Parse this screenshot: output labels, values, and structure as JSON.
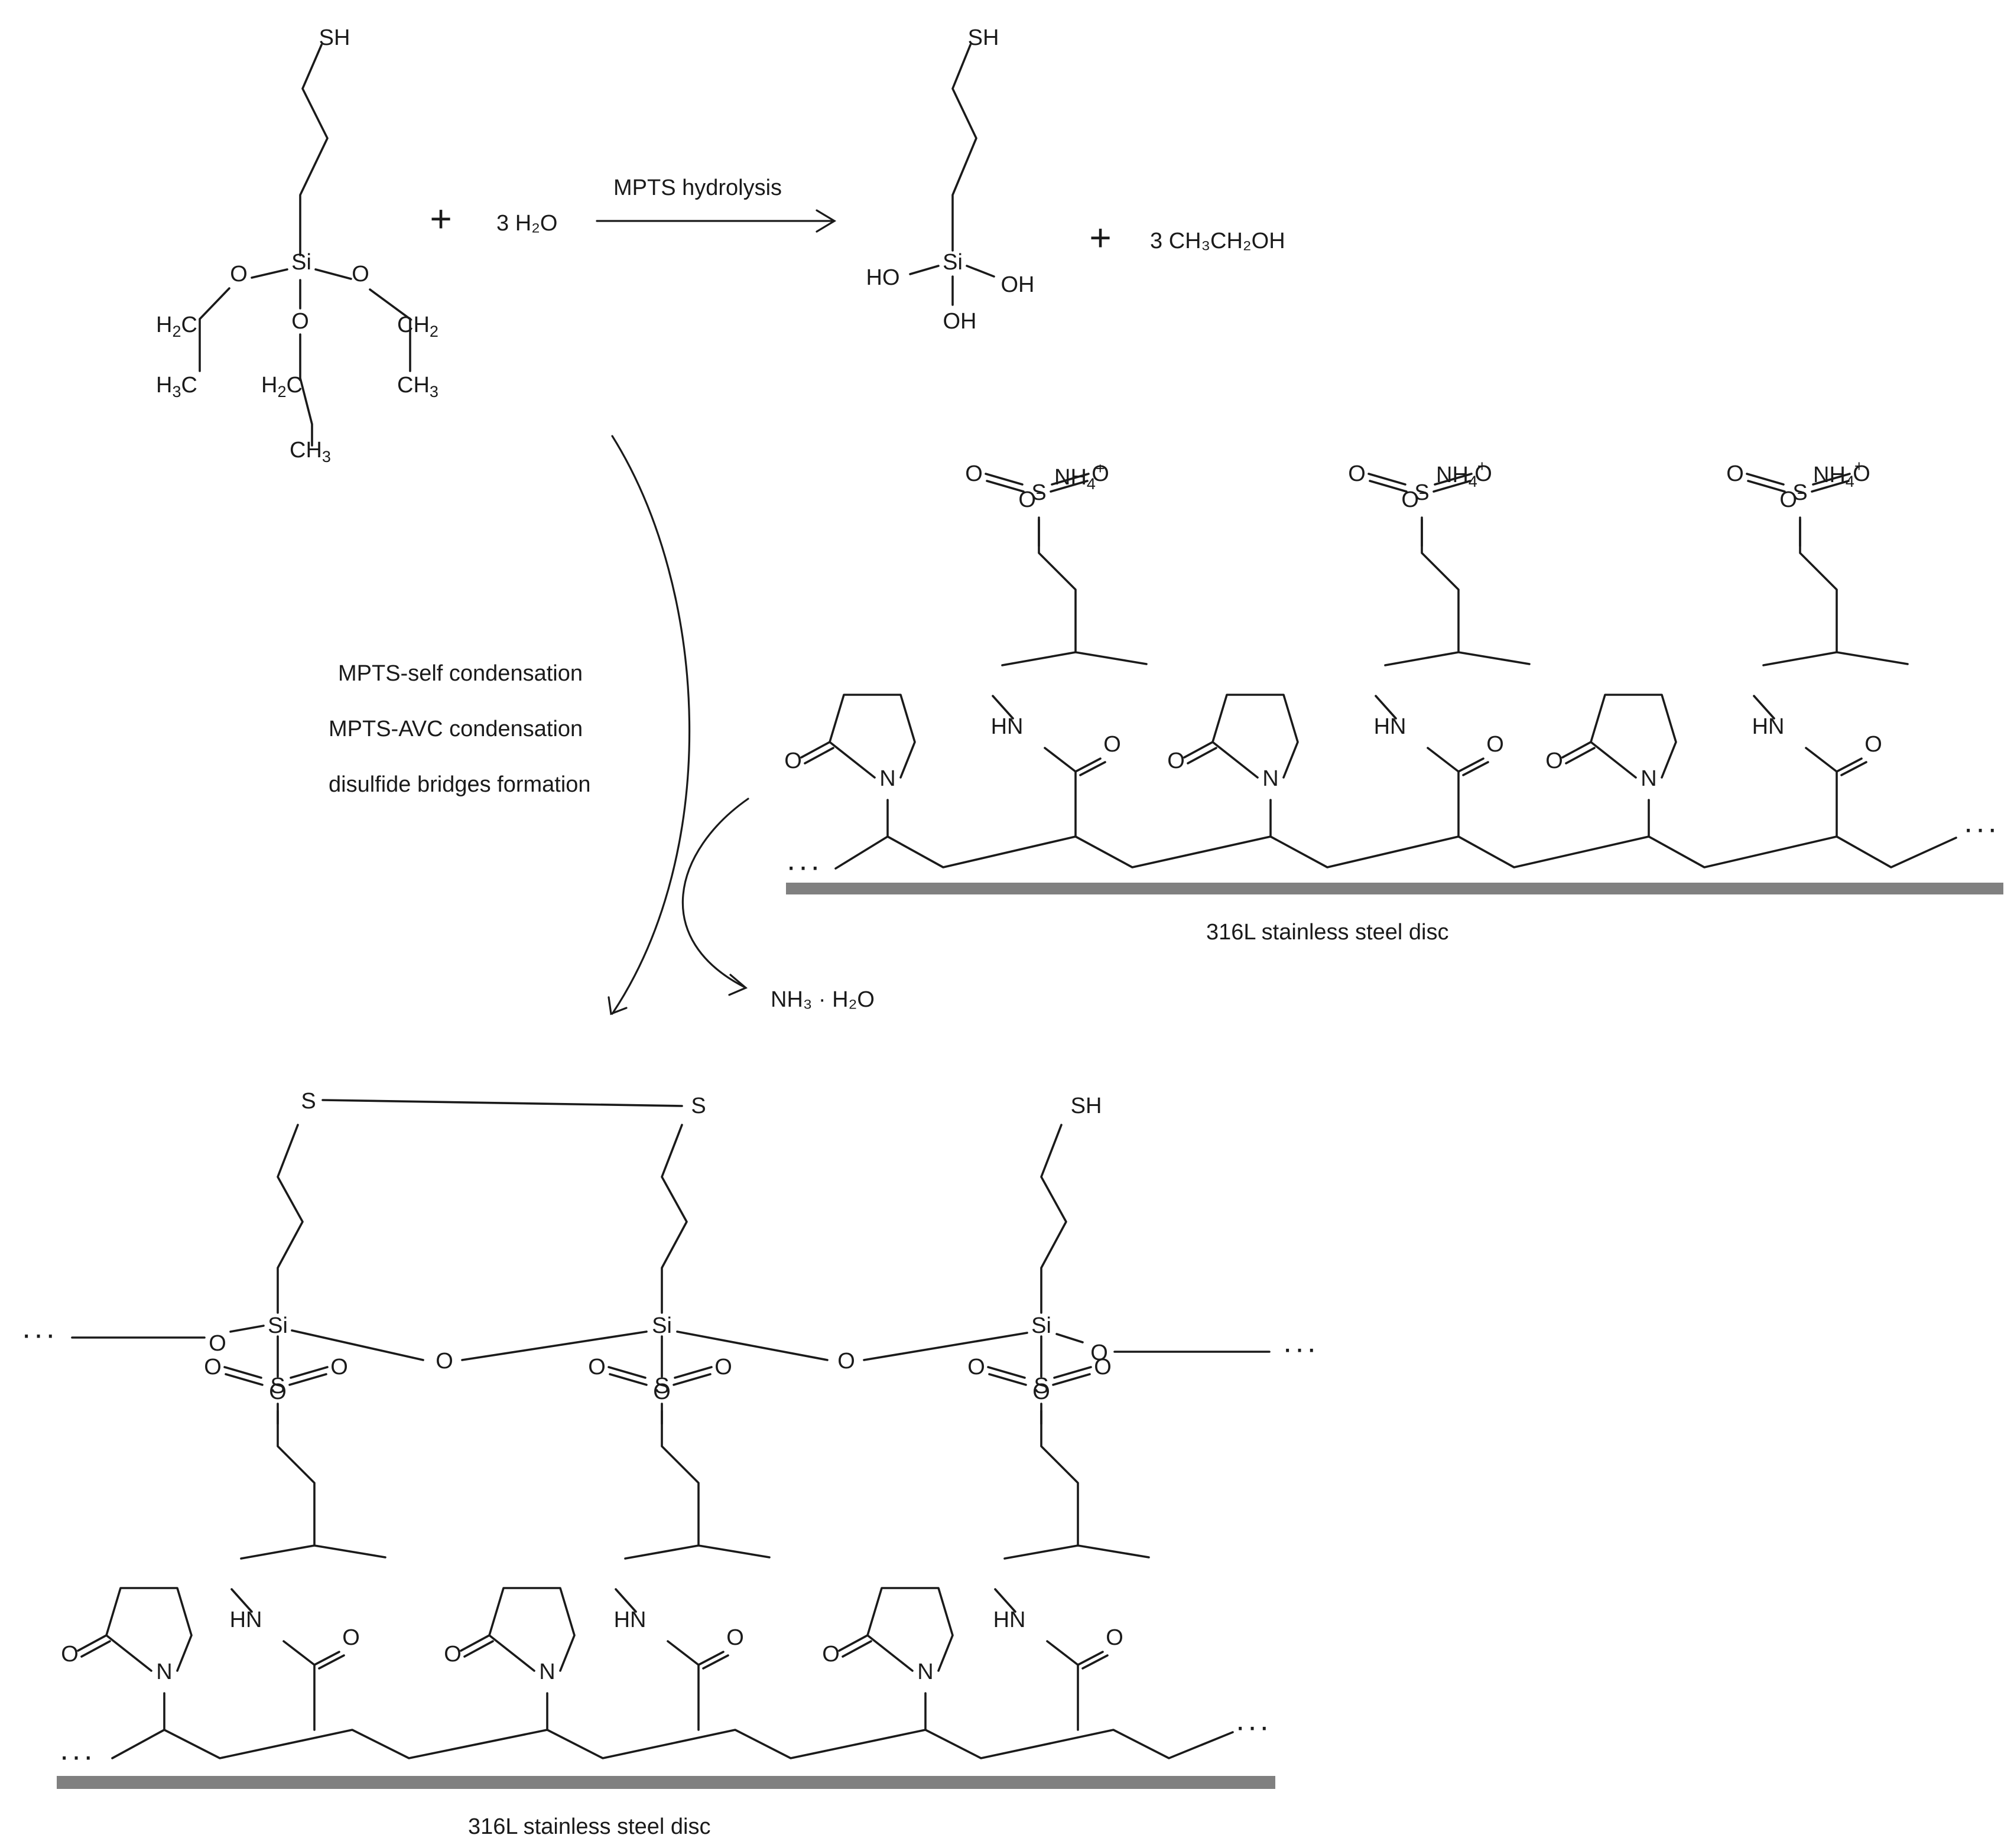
{
  "reaction": {
    "step1_label": "MPTS hydrolysis",
    "water": "3 H₂O",
    "ethanol": "3 CH₃CH₂OH",
    "step2_labels": [
      "MPTS-self condensation",
      "MPTS-AVC condensation",
      "disulfide bridges formation"
    ],
    "byproduct": "NH₃ · H₂O"
  },
  "substrate": {
    "upper_label": "316L stainless steel disc",
    "lower_label": "316L stainless steel disc",
    "steel_color": "#808080"
  },
  "groups": {
    "thiol": "SH",
    "sulfur": "S",
    "silicon": "Si",
    "oxygen": "O",
    "nitrogen": "N",
    "amide_nh": "HN",
    "hydroxyl_left": "HO",
    "hydroxyl_right": "OH",
    "ammonium": "NH₄⁺",
    "oxide_anion": "O⁻",
    "continuation": "…"
  }
}
